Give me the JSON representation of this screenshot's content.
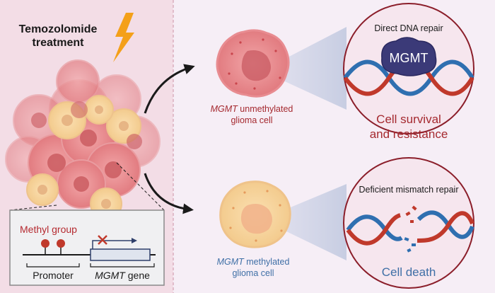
{
  "left_panel": {
    "treatment_line1": "Temozolomide",
    "treatment_line2": "treatment",
    "inset": {
      "methyl_label": "Methyl group",
      "promoter_label": "Promoter",
      "gene_italic": "MGMT",
      "gene_suffix": " gene"
    }
  },
  "top_branch": {
    "cell_label_italic": "MGMT",
    "cell_label_rest": " unmethylated",
    "cell_label_line2": "glioma cell",
    "circle_title": "Direct DNA repair",
    "protein_label": "MGMT",
    "outcome_line1": "Cell survival",
    "outcome_line2": "and resistance"
  },
  "bottom_branch": {
    "cell_label_italic": "MGMT",
    "cell_label_rest": " methylated",
    "cell_label_line2": "glioma cell",
    "circle_title": "Deficient mismatch repair",
    "outcome": "Cell death"
  },
  "colors": {
    "left_bg": "#f3dde6",
    "right_bg": "#f6eef6",
    "dark_red": "#a5292f",
    "blue": "#3f6fa6",
    "dna_red": "#c0392b",
    "dna_blue": "#2f6fb0",
    "mgmt_purple": "#3b3a78",
    "bolt_orange": "#f4a019"
  }
}
